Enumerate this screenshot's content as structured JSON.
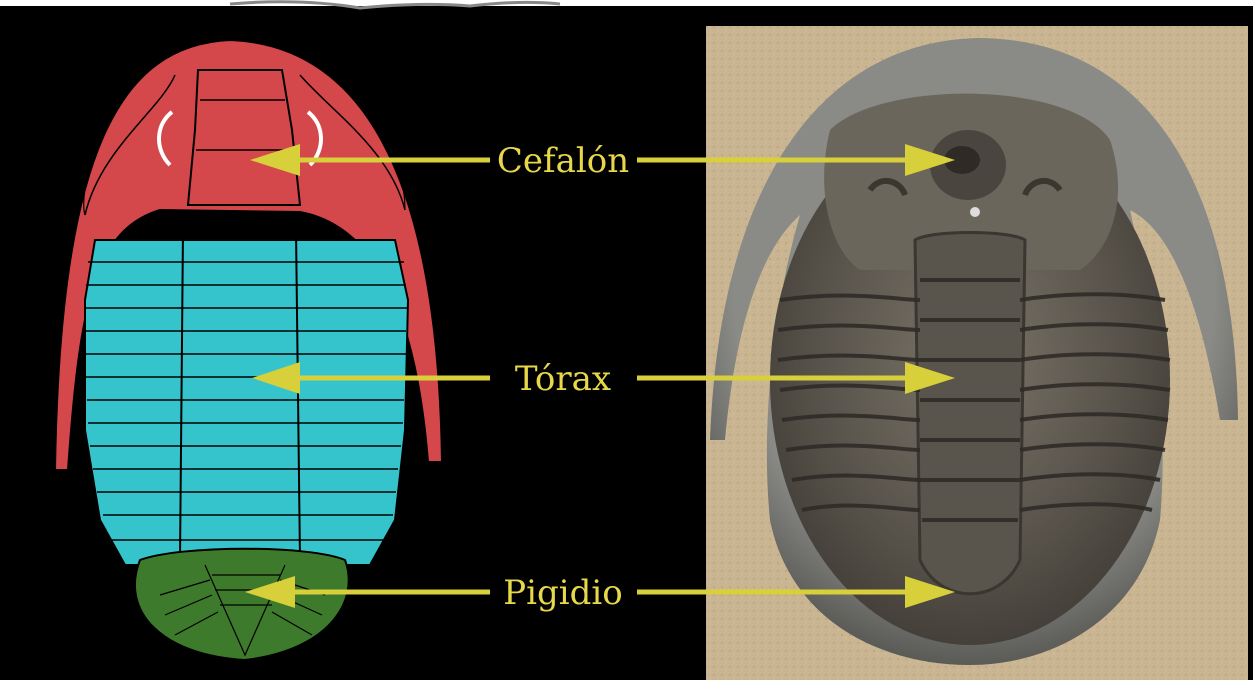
{
  "labels": {
    "cephalon": "Cefalón",
    "thorax": "Tórax",
    "pygidium": "Pigidio"
  },
  "colors": {
    "background": "#000000",
    "cephalon": "#d4474a",
    "thorax": "#36c4cc",
    "pygidium": "#3e7a2c",
    "label": "#e6d84a",
    "arrow": "#d8d03a",
    "matrix": "#c8b490",
    "fossil": "#5e5a50"
  }
}
